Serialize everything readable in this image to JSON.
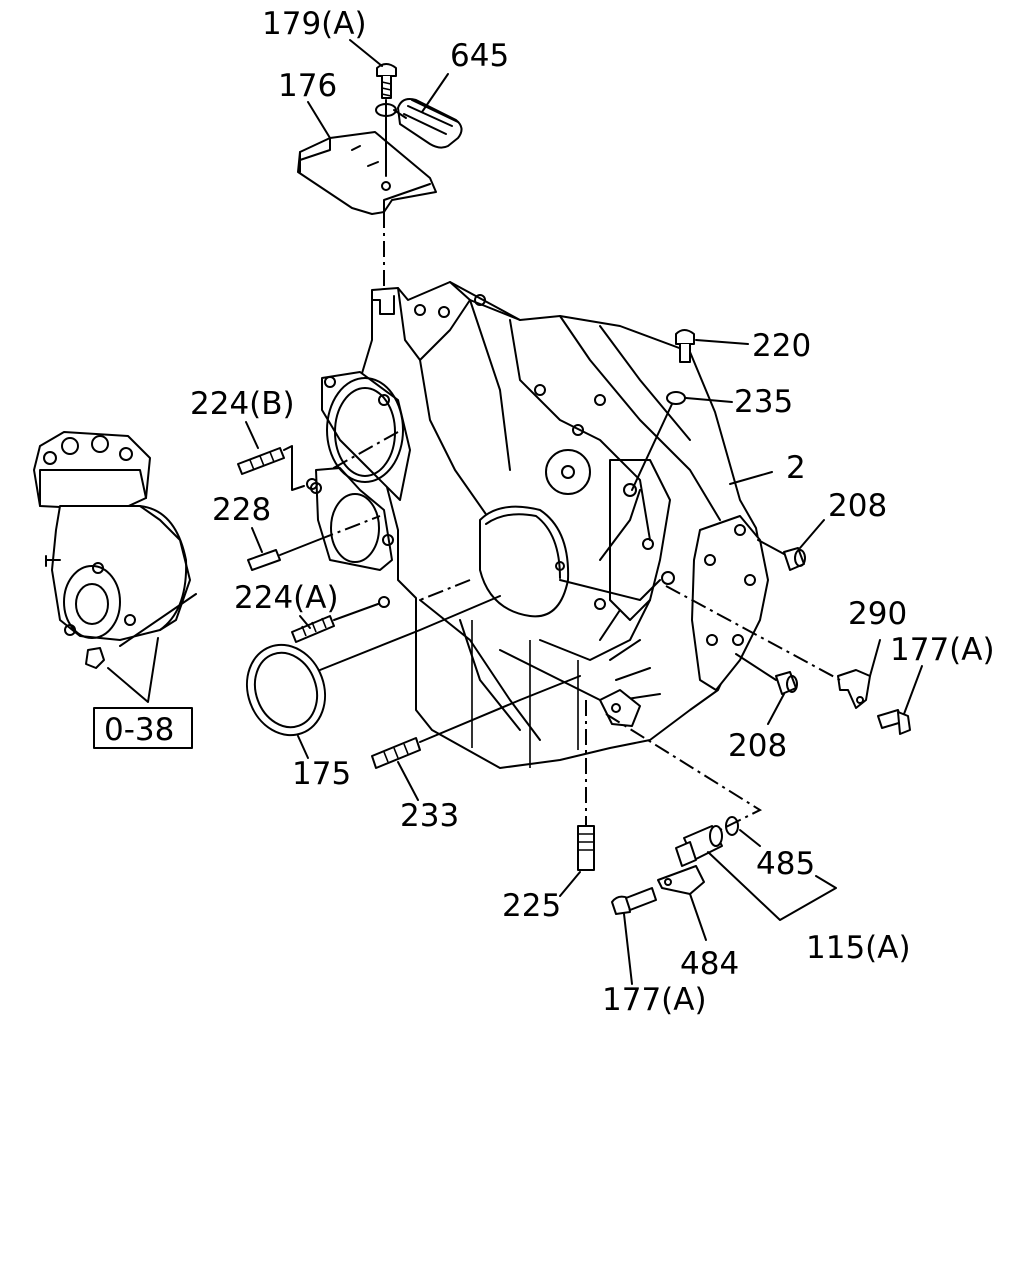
{
  "diagram": {
    "labels": {
      "l179a_top": "179(A)",
      "l645": "645",
      "l176": "176",
      "l220": "220",
      "l235": "235",
      "l224b": "224(B)",
      "l2": "2",
      "l228": "228",
      "l208_top": "208",
      "l224a": "224(A)",
      "l290": "290",
      "l177a_right": "177(A)",
      "l208_mid": "208",
      "l175": "175",
      "l233": "233",
      "l485": "485",
      "l225": "225",
      "l115a": "115(A)",
      "l484": "484",
      "l177a_bottom": "177(A)",
      "ref_box": "0-38"
    }
  }
}
